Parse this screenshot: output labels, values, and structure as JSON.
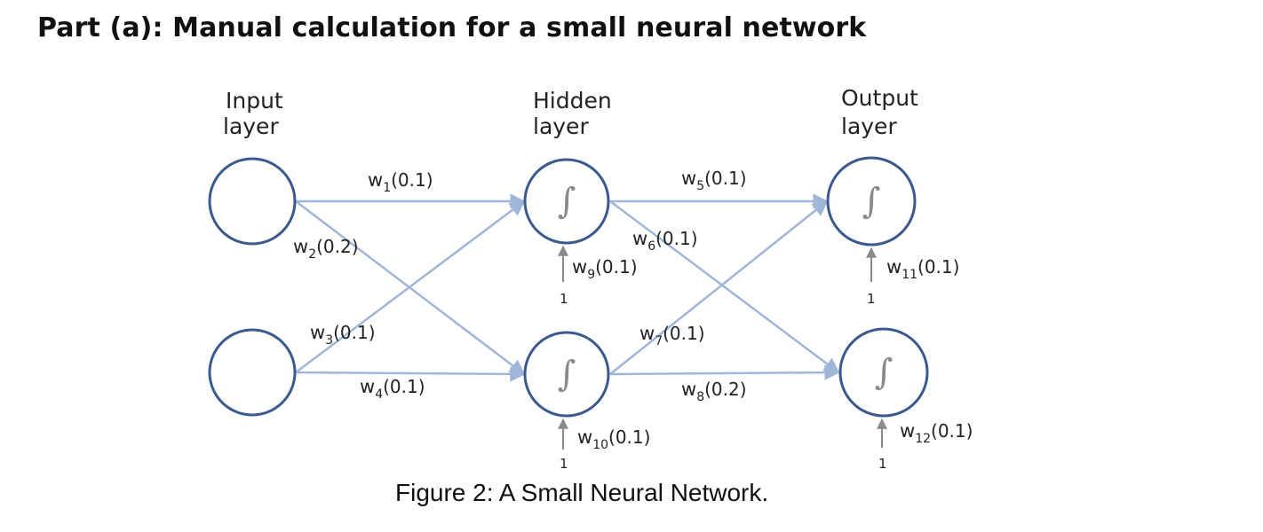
{
  "heading": "Part (a): Manual calculation for a small neural network",
  "layers": {
    "input": [
      "Input",
      "layer"
    ],
    "hidden": [
      "Hidden",
      "layer"
    ],
    "output": [
      "Output",
      "layer"
    ]
  },
  "weights": [
    {
      "sym": "w",
      "sub": "1",
      "val": "(0.1)"
    },
    {
      "sym": "w",
      "sub": "2",
      "val": "(0.2)"
    },
    {
      "sym": "w",
      "sub": "3",
      "val": "(0.1)"
    },
    {
      "sym": "w",
      "sub": "4",
      "val": "(0.1)"
    },
    {
      "sym": "w",
      "sub": "5",
      "val": "(0.1)"
    },
    {
      "sym": "w",
      "sub": "6",
      "val": "(0.1)"
    },
    {
      "sym": "w",
      "sub": "7",
      "val": "(0.1)"
    },
    {
      "sym": "w",
      "sub": "8",
      "val": "(0.2)"
    },
    {
      "sym": "w",
      "sub": "9",
      "val": "(0.1)"
    },
    {
      "sym": "w",
      "sub": "10",
      "val": "(0.1)"
    },
    {
      "sym": "w",
      "sub": "11",
      "val": "(0.1)"
    },
    {
      "sym": "w",
      "sub": "12",
      "val": "(0.1)"
    }
  ],
  "bias_value": "1",
  "activation_symbol": "∫",
  "caption": "Figure 2: A Small Neural Network.",
  "colors": {
    "node_stroke": "#3b5a8c",
    "edge": "#9fb6d8",
    "bias_arrow": "#8a8a8a",
    "text": "#222222"
  }
}
